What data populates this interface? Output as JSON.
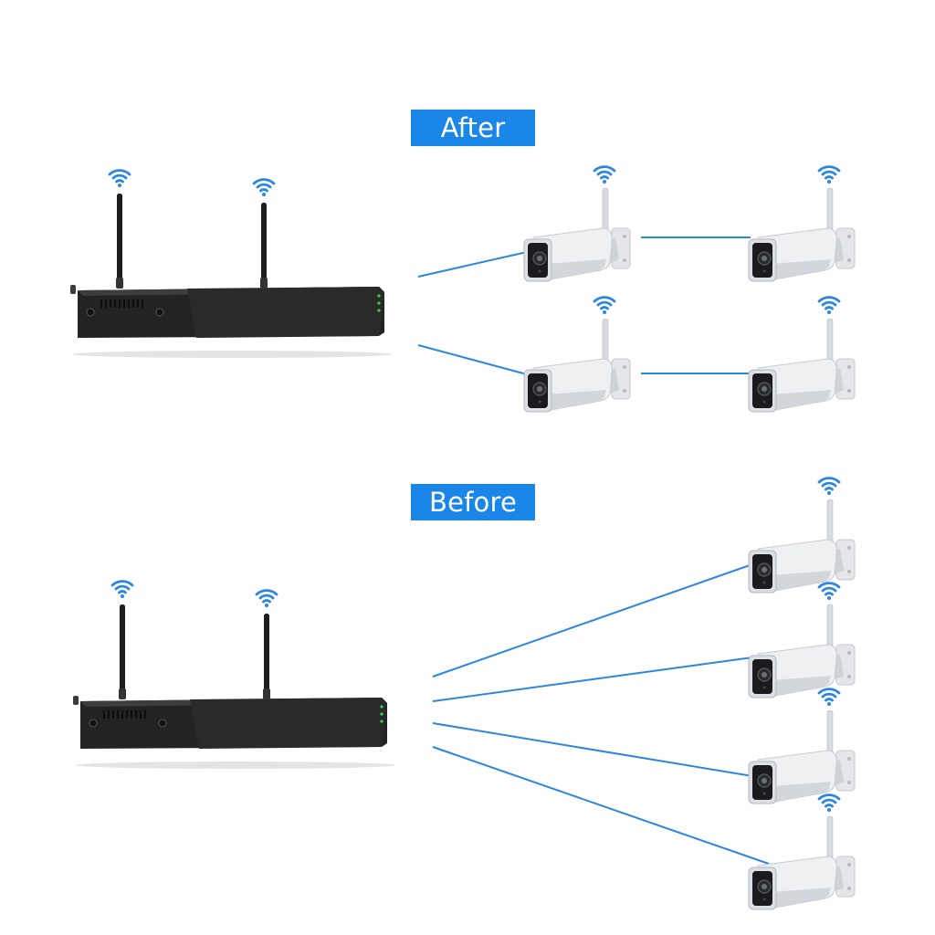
{
  "colors": {
    "badge": "#1a86e8",
    "link": "#2c86e0",
    "recorder": "#1e1e1e",
    "camera_body": "#e9ebee",
    "wifi": "#2a86e0"
  },
  "sections": {
    "after": {
      "label": "After",
      "topology": "mesh",
      "recorder_icon": "nvr-recorder-icon",
      "camera_icon": "bullet-camera-icon",
      "camera_count": 4
    },
    "before": {
      "label": "Before",
      "topology": "star",
      "recorder_icon": "nvr-recorder-icon",
      "camera_icon": "bullet-camera-icon",
      "camera_count": 4
    }
  }
}
